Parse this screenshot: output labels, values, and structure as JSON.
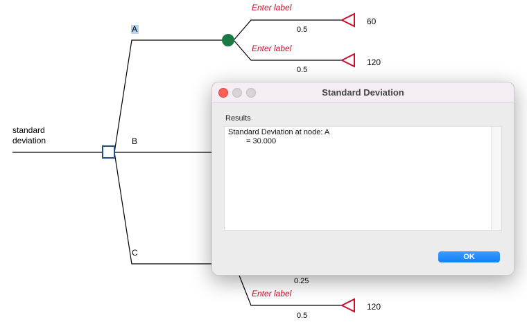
{
  "tree": {
    "root_label": "standard\ndeviation",
    "branches": {
      "a": "A",
      "b": "B",
      "c": "C"
    },
    "enter_label": "Enter label",
    "outcomes": [
      {
        "label": "Enter label",
        "prob": "0.5",
        "value": "60"
      },
      {
        "label": "Enter label",
        "prob": "0.5",
        "value": "120"
      },
      {
        "prob": "0.25"
      },
      {
        "label": "Enter label",
        "prob": "0.5",
        "value": "120"
      }
    ],
    "colors": {
      "decision": "#1f4e8c",
      "chance": "#1a7a45",
      "terminal": "#c8102e",
      "label": "#c8102e"
    }
  },
  "dialog": {
    "title": "Standard Deviation",
    "results_label": "Results",
    "line1": "Standard Deviation at node: A",
    "line2": "= 30.000",
    "ok_label": "OK"
  }
}
